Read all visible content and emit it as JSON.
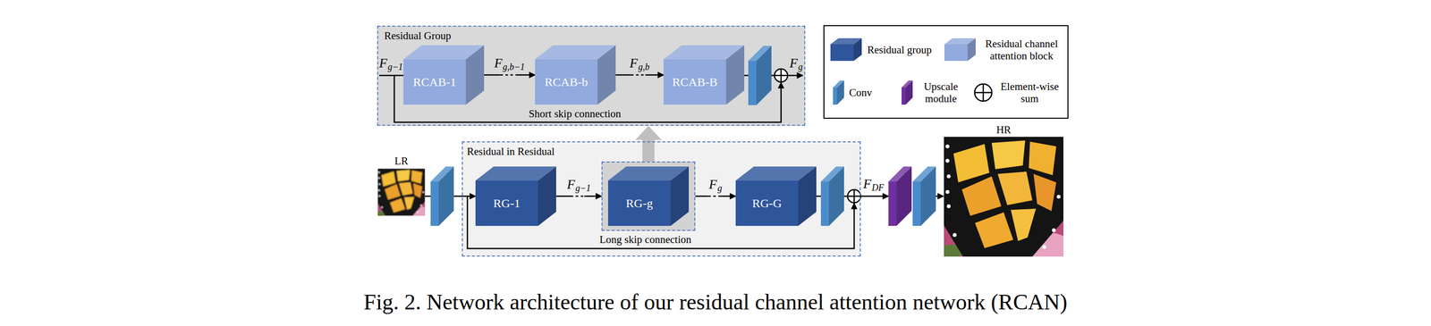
{
  "diagram": {
    "caption": "Fig. 2. Network architecture of our residual channel attention network (RCAN)",
    "nodes": [
      {
        "text": [
          "Residual Group"
        ]
      },
      {
        "text": [
          "RCAB-1"
        ],
        "in": 0
      },
      {
        "text": [
          "RCAB-b"
        ],
        "in": 0
      },
      {
        "text": [
          "RCAB-B"
        ],
        "in": 0
      },
      {
        "text": [
          "LR"
        ]
      },
      {
        "text": [
          "Residual in Residual"
        ]
      },
      {
        "text": [
          "RG-1"
        ],
        "in": 5
      },
      {
        "text": [
          "RG-g"
        ],
        "in": 5
      },
      {
        "text": [
          "RG-G"
        ],
        "in": 5
      },
      {
        "text": [
          "HR"
        ]
      }
    ],
    "edges": [
      {
        "from": 1,
        "to": 2,
        "arrow": "to",
        "label": "Fg,b−1"
      },
      {
        "from": 2,
        "to": 3,
        "arrow": "to",
        "label": "Fg,b"
      },
      {
        "from": 6,
        "to": 7,
        "arrow": "to",
        "label": "Fg−1"
      },
      {
        "from": 7,
        "to": 8,
        "arrow": "to",
        "label": "Fg"
      },
      {
        "from": 7,
        "to": 0,
        "arrow": "to"
      }
    ],
    "labels": [
      "Fg−1",
      "Fg",
      "Short skip connection",
      "Long skip connection",
      "FDF"
    ],
    "legend": [
      {
        "text": "Residual group",
        "color": "#2f559b"
      },
      {
        "text": "Residual channel attention block",
        "color": "#92aadd"
      },
      {
        "text": "Conv",
        "color": "#4a8ccb"
      },
      {
        "text": "Upscale module",
        "color": "#6f2f9f"
      },
      {
        "text": "Element-wise sum"
      }
    ]
  }
}
